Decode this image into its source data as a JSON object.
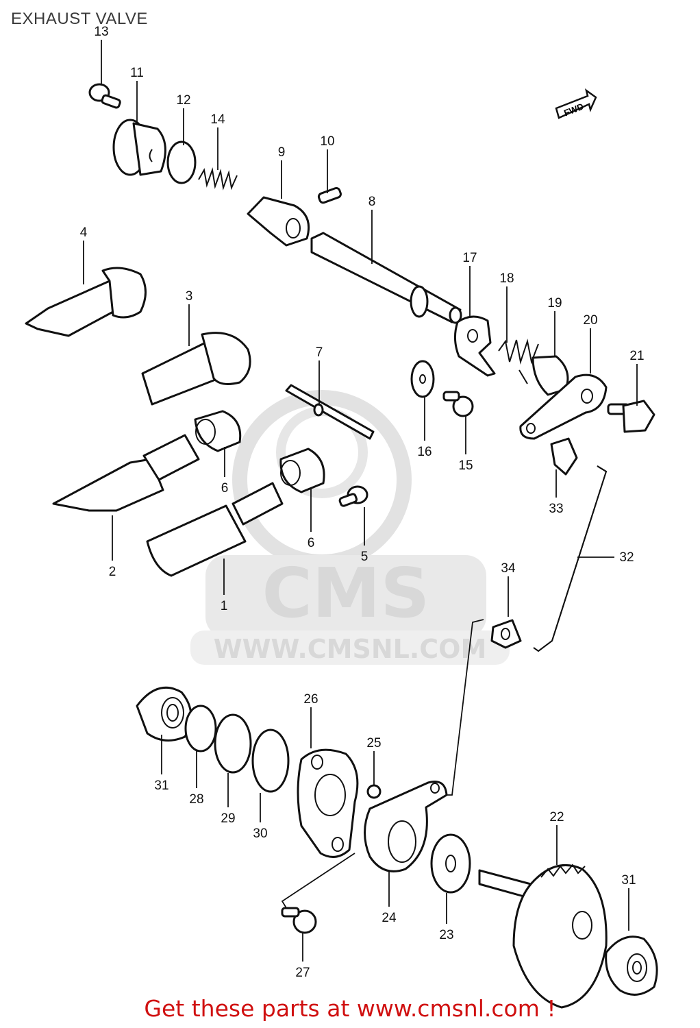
{
  "title": "EXHAUST VALVE",
  "direction_marker": "FWD",
  "watermark": {
    "logo_text": "CMS",
    "url_text": "WWW.CMSNL.COM"
  },
  "footer": "Get these parts at www.cmsnl.com !",
  "callouts": [
    "1",
    "2",
    "3",
    "4",
    "5",
    "6",
    "6",
    "7",
    "8",
    "9",
    "10",
    "11",
    "12",
    "13",
    "14",
    "15",
    "16",
    "17",
    "18",
    "19",
    "20",
    "21",
    "22",
    "23",
    "24",
    "25",
    "26",
    "27",
    "28",
    "29",
    "30",
    "31",
    "31",
    "32",
    "33",
    "34"
  ],
  "colors": {
    "footer": "#d01010",
    "watermark": "#d8d8d8",
    "line": "#111111"
  }
}
